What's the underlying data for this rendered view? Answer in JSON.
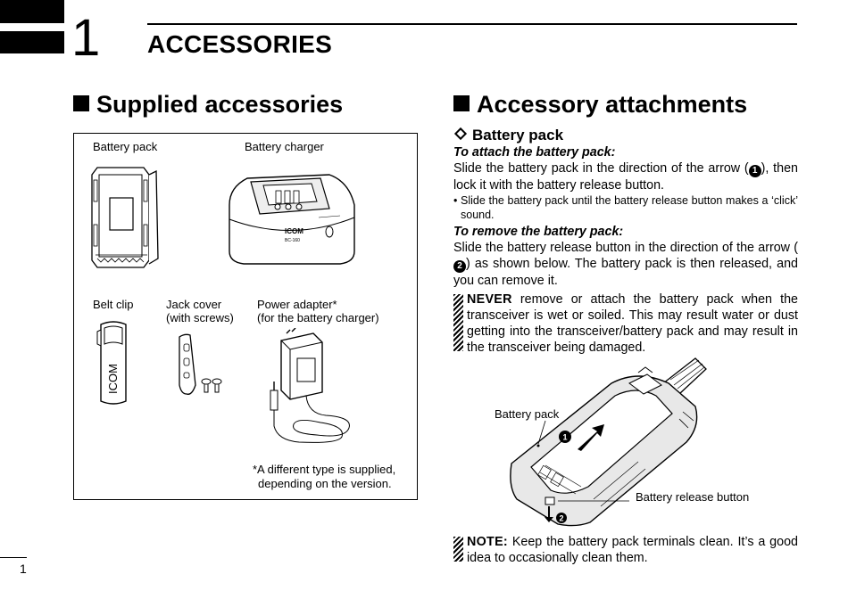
{
  "header": {
    "chapter_number": "1",
    "chapter_title": "ACCESSORIES"
  },
  "supplied": {
    "title": "Supplied accessories",
    "items": {
      "battery_pack": "Battery pack",
      "battery_charger": "Battery charger",
      "belt_clip": "Belt clip",
      "jack_cover_1": "Jack cover",
      "jack_cover_2": "(with screws)",
      "power_adapter_1": "Power adapter*",
      "power_adapter_2": "(for the battery charger)"
    },
    "footnote_1": "*A different type is supplied,",
    "footnote_2": "depending on the version.",
    "charger_brand": "ICOM",
    "charger_model": "BC-160",
    "clip_brand": "ICOM"
  },
  "attachments": {
    "title": "Accessory attachments",
    "battery_heading": "Battery pack",
    "attach_heading": "To attach the battery pack:",
    "attach_text_a": "Slide the battery pack in the direction of the arrow (",
    "attach_marker": "1",
    "attach_text_b": "), then lock it with the battery release button.",
    "attach_bullet": "• Slide the battery pack until the battery release button makes a ‘click’ sound.",
    "remove_heading": "To remove the battery pack:",
    "remove_text_a": "Slide the battery release button in the direction of the arrow (",
    "remove_marker": "2",
    "remove_text_b": ") as shown below. The battery pack is then released, and you can remove it.",
    "caution_label": "NEVER",
    "caution_text": " remove or attach the battery pack when the transceiver is wet or soiled. This may result water or dust getting into the transceiver/battery pack and may result in the transceiver being damaged.",
    "callout_battery": "Battery pack",
    "callout_release": "Battery release button",
    "arrow_1": "1",
    "arrow_2": "2",
    "note_label": "NOTE:",
    "note_text": " Keep the battery pack terminals clean. It’s a good idea to occasionally clean them."
  },
  "footer": {
    "page_number": "1"
  }
}
